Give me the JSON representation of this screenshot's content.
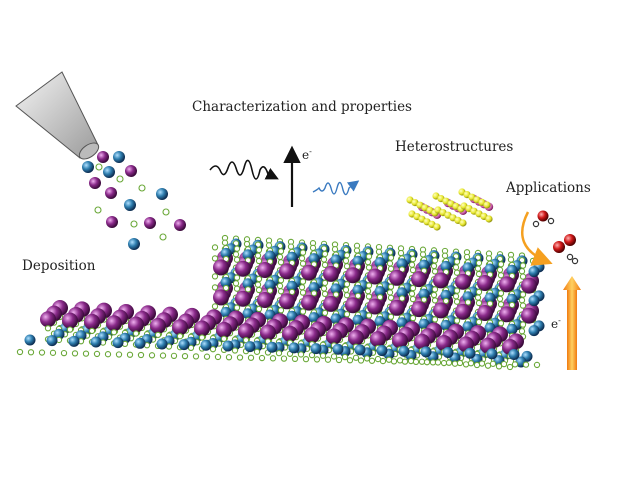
{
  "labels": {
    "characterization": "Characterization and properties",
    "heterostructures": "Heterostructures",
    "applications": "Applications",
    "deposition": "Deposition",
    "electron_top": "e",
    "electron_right": "e",
    "electron_charge": "-"
  },
  "colors": {
    "purple_atom": "#8a2a8a",
    "blue_atom": "#2f7fb0",
    "green_atom": "#8cc850",
    "yellow_atom": "#e8e830",
    "pink_atom": "#e070c0",
    "red_atom": "#d01818",
    "orange_arrow": "#f5a020",
    "wave_blue": "#3a7ac0"
  }
}
